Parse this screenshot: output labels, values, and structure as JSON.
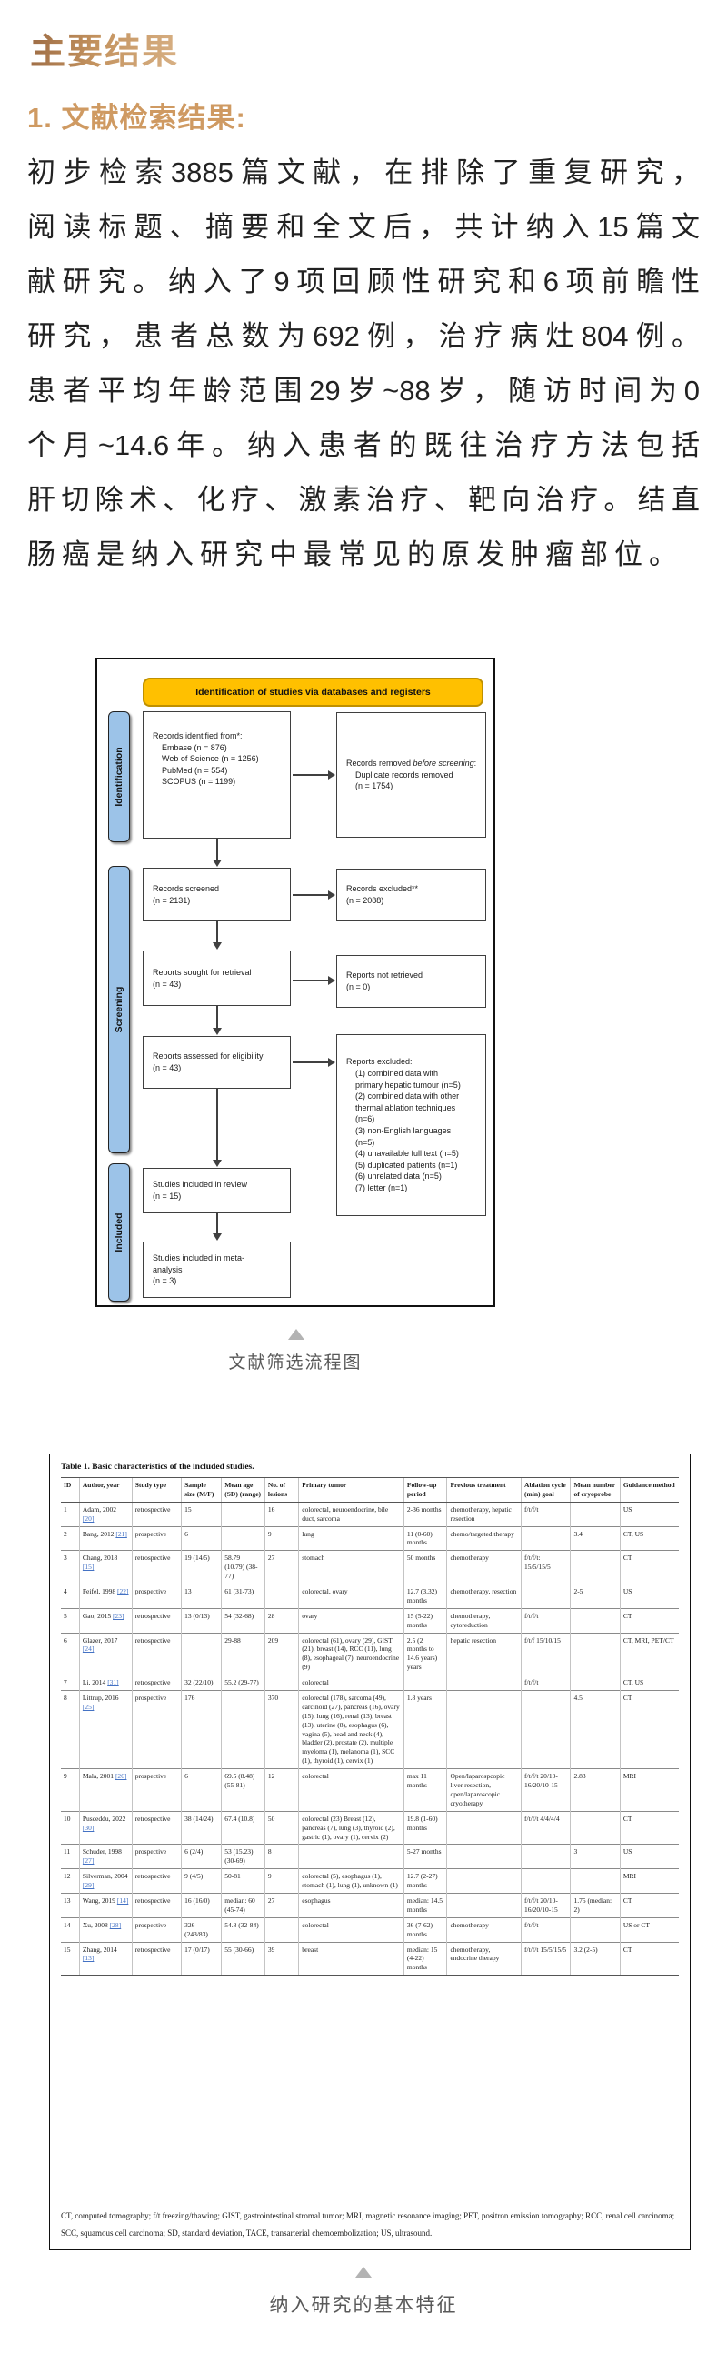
{
  "page": {
    "section_title": "主要结果",
    "subsection_title": "1. 文献检索结果:",
    "paragraph_lines": [
      "初步检索3885篇文献，在排除了重复研究，",
      "阅读标题、摘要和全文后，共计纳入15篇文",
      "献研究。纳入了9项回顾性研究和6项前瞻性",
      "研究，患者总数为692例，治疗病灶804例。",
      "患者平均年龄范围29岁~88岁，随访时间为0",
      "个月~14.6年。纳入患者的既往治疗方法包括",
      "肝切除术、化疗、激素治疗、靶向治疗。结直",
      "肠癌是纳入研究中最常见的原发肿瘤部位。"
    ]
  },
  "figure1": {
    "banner": "Identification of studies via databases and registers",
    "side_labels": {
      "identification": "Identification",
      "screening": "Screening",
      "included": "Included"
    },
    "boxes": {
      "identified": "Records identified from*:\n    Embase (n = 876)\n    Web of Science (n = 1256)\n    PubMed (n = 554)\n    SCOPUS (n = 1199)",
      "removed_pre": "Records removed ",
      "removed_italic": "before screening",
      "removed_post": ":\n    Duplicate records removed\n    (n = 1754)",
      "screened": "Records screened\n(n = 2131)",
      "excluded": "Records excluded**\n(n = 2088)",
      "sought": "Reports sought for retrieval\n(n = 43)",
      "not_retrieved": "Reports not retrieved\n(n = 0)",
      "assessed": "Reports assessed for eligibility\n(n = 43)",
      "reports_excluded": "Reports excluded:\n    (1) combined data with\n    primary hepatic tumour (n=5)\n    (2) combined data with other\n    thermal ablation techniques\n    (n=6)\n    (3) non-English languages\n    (n=5)\n    (4) unavailable full text (n=5)\n    (5) duplicated patients (n=1)\n    (6) unrelated data (n=5)\n    (7) letter (n=1)",
      "review": "Studies included in review\n(n = 15)",
      "meta": "Studies included in meta-\nanalysis\n(n = 3)"
    },
    "caption": "文献筛选流程图"
  },
  "figure2": {
    "title": "Table 1.  Basic characteristics of the included studies.",
    "columns": [
      "ID",
      "Author, year",
      "Study type",
      "Sample size (M/F)",
      "Mean age (SD) (range)",
      "No. of lesions",
      "Primary tumor",
      "Follow-up period",
      "Previous treatment",
      "Ablation cycle (min) goal",
      "Mean number of cryoprobe",
      "Guidance method"
    ],
    "rows": [
      {
        "id": "1",
        "author": "Adam, 2002",
        "ref": "[20]",
        "study": "retrospective",
        "sample": "15",
        "age": "",
        "lesions": "16",
        "tumor": "colorectal, neuroendocrine, bile duct, sarcoma",
        "followup": "2-36 months",
        "previous": "chemotherapy, hepatic resection",
        "ablation": "f/t/f/t",
        "probes": "",
        "guidance": "US"
      },
      {
        "id": "2",
        "author": "Bang, 2012",
        "ref": "[21]",
        "study": "prospective",
        "sample": "6",
        "age": "",
        "lesions": "9",
        "tumor": "lung",
        "followup": "11 (0-60) months",
        "previous": "chemo/targeted therapy",
        "ablation": "",
        "probes": "3.4",
        "guidance": "CT, US"
      },
      {
        "id": "3",
        "author": "Chang, 2018",
        "ref": "[15]",
        "study": "retrospective",
        "sample": "19 (14/5)",
        "age": "58.79 (10.79) (38-77)",
        "lesions": "27",
        "tumor": "stomach",
        "followup": "50 months",
        "previous": "chemotherapy",
        "ablation": "f/t/f/t: 15/5/15/5",
        "probes": "",
        "guidance": "CT"
      },
      {
        "id": "4",
        "author": "Feifel, 1998",
        "ref": "[22]",
        "study": "prospective",
        "sample": "13",
        "age": "61 (31-73)",
        "lesions": "",
        "tumor": "colorectal, ovary",
        "followup": "12.7 (3.32) months",
        "previous": "chemotherapy, resection",
        "ablation": "",
        "probes": "2-5",
        "guidance": "US"
      },
      {
        "id": "5",
        "author": "Gao, 2015",
        "ref": "[23]",
        "study": "retrospective",
        "sample": "13 (0/13)",
        "age": "54 (32-68)",
        "lesions": "28",
        "tumor": "ovary",
        "followup": "15 (5-22) months",
        "previous": "chemotherapy, cytoreduction",
        "ablation": "f/t/f/t",
        "probes": "",
        "guidance": "CT"
      },
      {
        "id": "6",
        "author": "Glazer, 2017",
        "ref": "[24]",
        "study": "retrospective",
        "sample": "",
        "age": "29-88",
        "lesions": "209",
        "tumor": "colorectal (61), ovary (29), GIST (21), breast (14), RCC (11), lung (8), esophageal (7), neuroendocrine (9)",
        "followup": "2.5 (2 months to 14.6 years) years",
        "previous": "hepatic resection",
        "ablation": "f/t/f 15/10/15",
        "probes": "",
        "guidance": "CT, MRI, PET/CT"
      },
      {
        "id": "7",
        "author": "Li, 2014",
        "ref": "[31]",
        "study": "retrospective",
        "sample": "32 (22/10)",
        "age": "55.2 (29-77)",
        "lesions": "",
        "tumor": "colorectal",
        "followup": "",
        "previous": "",
        "ablation": "f/t/f/t",
        "probes": "",
        "guidance": "CT, US"
      },
      {
        "id": "8",
        "author": "Littrup, 2016",
        "ref": "[25]",
        "study": "prospective",
        "sample": "176",
        "age": "",
        "lesions": "370",
        "tumor": "colorectal (178), sarcoma (49), carcinoid (27), pancreas (16), ovary (15), lung (16), renal (13), breast (13), uterine (8), esophagus (6), vagina (5), head and neck (4), bladder (2), prostate (2), multiple myeloma (1), melanoma (1), SCC (1), thyroid (1), cervix (1)",
        "followup": "1.8 years",
        "previous": "",
        "ablation": "",
        "probes": "4.5",
        "guidance": "CT"
      },
      {
        "id": "9",
        "author": "Mala, 2001",
        "ref": "[26]",
        "study": "prospective",
        "sample": "6",
        "age": "69.5 (8.48) (55-81)",
        "lesions": "12",
        "tumor": "colorectal",
        "followup": "max 11 months",
        "previous": "Open/laparospcopic liver resection, open/laparoscopic cryotherapy",
        "ablation": "f/t/f/t 20/10-16/20/10-15",
        "probes": "2.83",
        "guidance": "MRI"
      },
      {
        "id": "10",
        "author": "Pusceddu, 2022",
        "ref": "[30]",
        "study": "retrospective",
        "sample": "38 (14/24)",
        "age": "67.4 (10.8)",
        "lesions": "50",
        "tumor": "colorectal (23) Breast (12), pancreas (7), lung (3), thyroid (2), gastric (1), ovary (1), cervix (2)",
        "followup": "19.8 (1-60) months",
        "previous": "",
        "ablation": "f/t/f/t 4/4/4/4",
        "probes": "",
        "guidance": "CT"
      },
      {
        "id": "11",
        "author": "Schuder, 1998",
        "ref": "[27]",
        "study": "prospective",
        "sample": "6 (2/4)",
        "age": "53 (15.23) (30-69)",
        "lesions": "8",
        "tumor": "",
        "followup": "5-27 months",
        "previous": "",
        "ablation": "",
        "probes": "3",
        "guidance": "US"
      },
      {
        "id": "12",
        "author": "Silverman, 2004",
        "ref": "[29]",
        "study": "retrospective",
        "sample": "9 (4/5)",
        "age": "50-81",
        "lesions": "9",
        "tumor": "colorectal (5), esophagus (1), stomach (1), lung (1), unknown (1)",
        "followup": "12.7 (2-27) months",
        "previous": "",
        "ablation": "",
        "probes": "",
        "guidance": "MRI"
      },
      {
        "id": "13",
        "author": "Wang, 2019",
        "ref": "[14]",
        "study": "retrospective",
        "sample": "16 (16/0)",
        "age": "median: 60 (45-74)",
        "lesions": "27",
        "tumor": "esophagus",
        "followup": "median: 14.5 months",
        "previous": "",
        "ablation": "f/t/f/t 20/10-16/20/10-15",
        "probes": "1.75 (median: 2)",
        "guidance": "CT"
      },
      {
        "id": "14",
        "author": "Xu, 2008",
        "ref": "[28]",
        "study": "prospective",
        "sample": "326 (243/83)",
        "age": "54.8 (32-84)",
        "lesions": "",
        "tumor": "colorectal",
        "followup": "36 (7-62) months",
        "previous": "chemotherapy",
        "ablation": "f/t/f/t",
        "probes": "",
        "guidance": "US or CT"
      },
      {
        "id": "15",
        "author": "Zhang, 2014",
        "ref": "[13]",
        "study": "retrospective",
        "sample": "17 (0/17)",
        "age": "55 (30-66)",
        "lesions": "39",
        "tumor": "breast",
        "followup": "median: 15 (4-22) months",
        "previous": "chemotherapy, endocrine therapy",
        "ablation": "f/t/f/t 15/5/15/5",
        "probes": "3.2 (2-5)",
        "guidance": "CT"
      }
    ],
    "footnote": "CT, computed tomography; f/t freezing/thawing; GIST, gastrointestinal stromal tumor; MRI, magnetic resonance imaging; PET, positron emission tomography; RCC, renal cell carcinoma; SCC, squamous cell carcinoma; SD, standard deviation, TACE, transarterial chemoembolization; US, ultrasound.",
    "caption": "纳入研究的基本特征"
  }
}
